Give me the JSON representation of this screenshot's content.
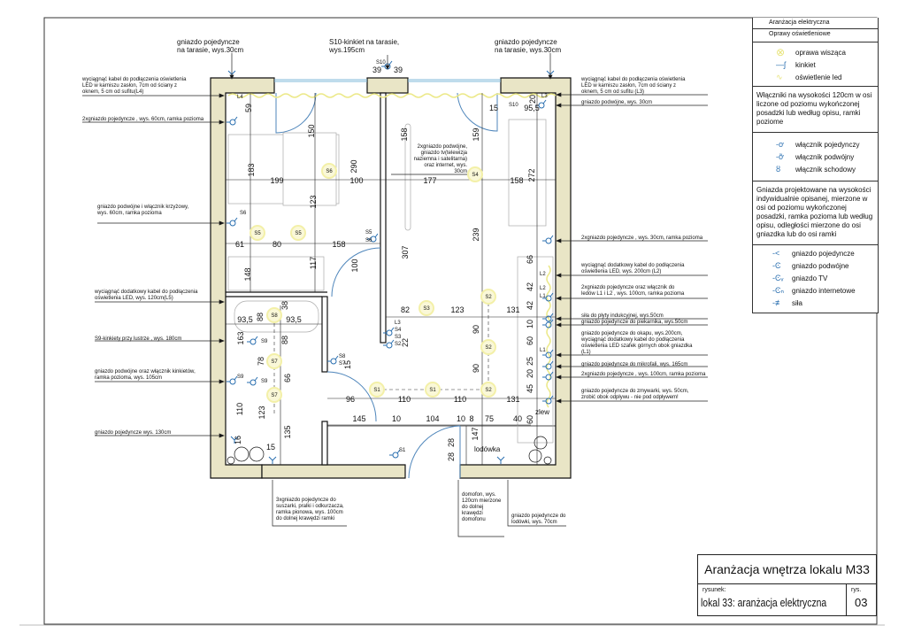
{
  "legend": {
    "title": "Aranżacja elektryczna",
    "lights_header": "Oprawy oświetleniowe",
    "lights": [
      {
        "icon": "pendant-lamp-icon",
        "label": "oprawa wisząca"
      },
      {
        "icon": "wall-lamp-icon",
        "label": "kinkiet"
      },
      {
        "icon": "led-strip-icon",
        "label": "oświetlenie led"
      }
    ],
    "switches_note": "Włączniki na wysokości 120cm w osi liczone od poziomu wykończonej posadzki lub według opisu, ramki poziome",
    "switches": [
      {
        "icon": "single-switch-icon",
        "label": "włącznik pojedynczy"
      },
      {
        "icon": "double-switch-icon",
        "label": "włącznik podwójny"
      },
      {
        "icon": "stair-switch-icon",
        "label": "włącznik schodowy"
      }
    ],
    "sockets_note": "Gniazda projektowane na wysokości indywidualnie opisanej, mierzone w osi od poziomu wykończonej posadzki, ramka pozioma lub według opisu, odległości mierzone do osi gniazdka lub do osi ramki",
    "sockets": [
      {
        "icon": "single-socket-icon",
        "label": "gniazdo pojedyncze"
      },
      {
        "icon": "double-socket-icon",
        "label": "gniazdo podwójne"
      },
      {
        "icon": "tv-socket-icon",
        "label": "gniazdo TV"
      },
      {
        "icon": "internet-socket-icon",
        "label": "gniazdo internetowe"
      },
      {
        "icon": "power-socket-icon",
        "label": "siła"
      }
    ]
  },
  "title_block": {
    "project": "Aranżacja wnętrza lokalu  M33",
    "drawing_label": "rysunek:",
    "drawing_name": "lokal 33: aranżacja elektryczna",
    "number_label": "rys.",
    "number": "03"
  },
  "top_notes": [
    "gniazdo pojedyncze\nna tarasie, wys.30cm",
    "S10-kinkiet na tarasie,\nwys.195cm",
    "gniazdo pojedyncze\nna tarasie, wys.30cm"
  ],
  "left_notes": [
    "wyciągnąć kabel do podłączenia oświetlenia\nLED w karniszu zasłon, 7cm od ściany z\noknem, 5 cm od sufitu(L4)",
    "2xgniazdo pojedyncze , wys. 60cm, ramka pozioma",
    "gniazdo podwójne i włącznik krzyżowy,\nwys. 60cm, ramka pozioma",
    "wyciągnąć dodatkowy kabel do podłączenia\noświetlenia LED, wys. 120cm(L5)",
    "S9-kinkiety przy lustrze , wys. 180cm",
    "gniazdo podwójne oraz włącznik kinkietów,\nramka pozioma, wys. 105cm",
    "gniazdo pojedyncze wys. 130cm"
  ],
  "right_notes": [
    "wyciągnąć kabel do podłączenia oświetlenia\nLED w karniszu zasłon, 7cm od ściany z\noknem, 5 cm od sufitu (L3)",
    "gniazdo podwójne, wys. 30cm",
    "2xgniazdo pojedyncze , wys. 30cm, ramka pozioma",
    "wyciągnąć dodatkowy kabel do podłączenia\noświetlenia LED, wys. 200cm (L2)",
    "2xgniazdo pojedyncze oraz włącznik do\nledów L1 i L2 , wys. 100cm, ramka pozioma",
    "siła do płyty indukcyjnej, wys.50cm",
    "gniazdo pojedyncze do piekarnika, wys.50cm",
    "gniazdo pojedyncze do okapu, wys.200cm,\nwyciągnąć dodatkowy kabel do podłączenia\noświetlenia LED szafek górnych obok gniazdka\n(L1)",
    "gniazdo pojedyncze do mikrofali, wys. 165cm",
    "2xgniazdo pojedyncze , wys. 100cm, ramka pozioma",
    "gniazdo pojedyncze do zmywarki, wys. 50cm,\nzrobić obok odpływu - nie pod odpływem!"
  ],
  "center_note": "2xgniazdo podwójne,\ngniazdo tv(telewizja\nnaziemna i satelitarna)\noraz internet, wys.\n30cm",
  "bottom_notes": [
    "3xgniazdo pojedyncze do\nsuszarki, pralki i odkurzacza,\nramka pionowa, wys. 100cm\ndo dolnej krawędzi ramki",
    "domofon, wys.\n120cm mierzone\ndo dolnej\nkrawędzi\ndomofonu",
    "gniazdo pojedyncze do\nlodówki, wys. 70cm"
  ],
  "plan": {
    "dimensions": [
      "39",
      "39",
      "59",
      "150",
      "183",
      "199",
      "290",
      "100",
      "123",
      "158",
      "177",
      "159",
      "158",
      "272",
      "15",
      "95,5",
      "20",
      "61",
      "80",
      "158",
      "148",
      "117",
      "100",
      "307",
      "239",
      "66",
      "82",
      "123",
      "131",
      "42",
      "42",
      "10",
      "60",
      "25",
      "20",
      "45",
      "60",
      "93,5",
      "88",
      "38",
      "93,5",
      "88",
      "163",
      "78",
      "66",
      "110",
      "123",
      "135",
      "16",
      "15",
      "96",
      "110",
      "110",
      "131",
      "145",
      "10",
      "104",
      "10",
      "8",
      "75",
      "40",
      "147",
      "28",
      "28",
      "90",
      "90",
      "22",
      "15"
    ],
    "fixtures": [
      "S6",
      "S4",
      "S5",
      "S5",
      "S3",
      "S2",
      "S2",
      "S2",
      "S1",
      "S1",
      "S8",
      "S7",
      "S7"
    ],
    "switch_labels": [
      "S10",
      "S10",
      "L3",
      "L4",
      "S6",
      "S5",
      "S6",
      "L3",
      "S4",
      "S3",
      "S2",
      "S8",
      "S7",
      "S9",
      "S9",
      "S9",
      "S1",
      "L2",
      "L2",
      "L1",
      "L1"
    ],
    "rooms": [
      "zlew",
      "lodówka"
    ]
  },
  "colors": {
    "wall": "#e9e5c6",
    "door": "#4f86bb",
    "led": "#ece98a",
    "lamp": "#f3f0a8",
    "symbol": "#2a6fb0"
  }
}
